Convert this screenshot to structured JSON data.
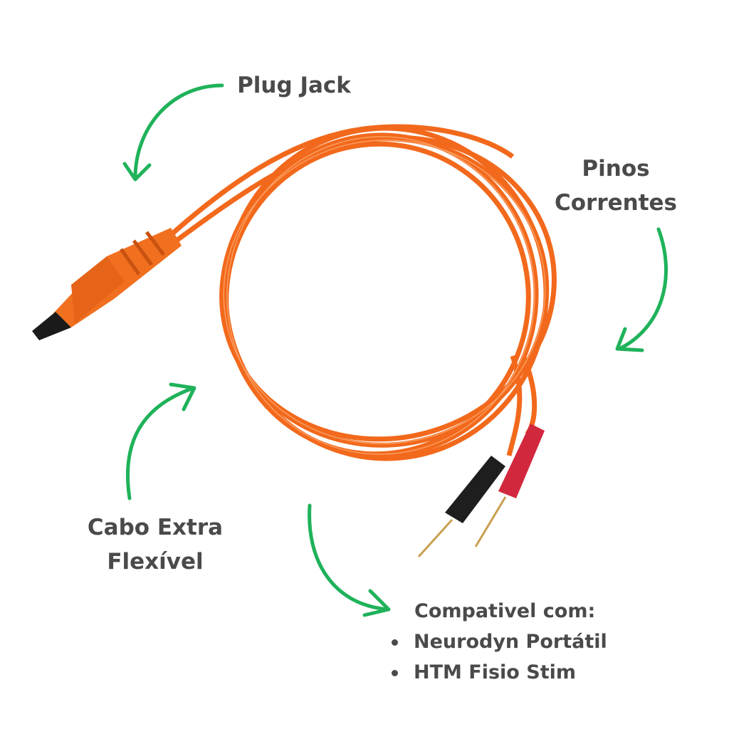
{
  "labels": {
    "plug_jack": "Plug Jack",
    "pins_line1": "Pinos",
    "pins_line2": "Correntes",
    "cable_line1": "Cabo Extra",
    "cable_line2": "Flexível"
  },
  "compatibility": {
    "heading": "Compativel com:",
    "items": [
      "Neurodyn Portátil",
      "HTM Fisio Stim"
    ]
  },
  "colors": {
    "text": "#4a4a4a",
    "arrow": "#1fb25a",
    "cable": "#f2691c",
    "red_plug": "#d2283e",
    "black_plug": "#1e1e1e"
  }
}
